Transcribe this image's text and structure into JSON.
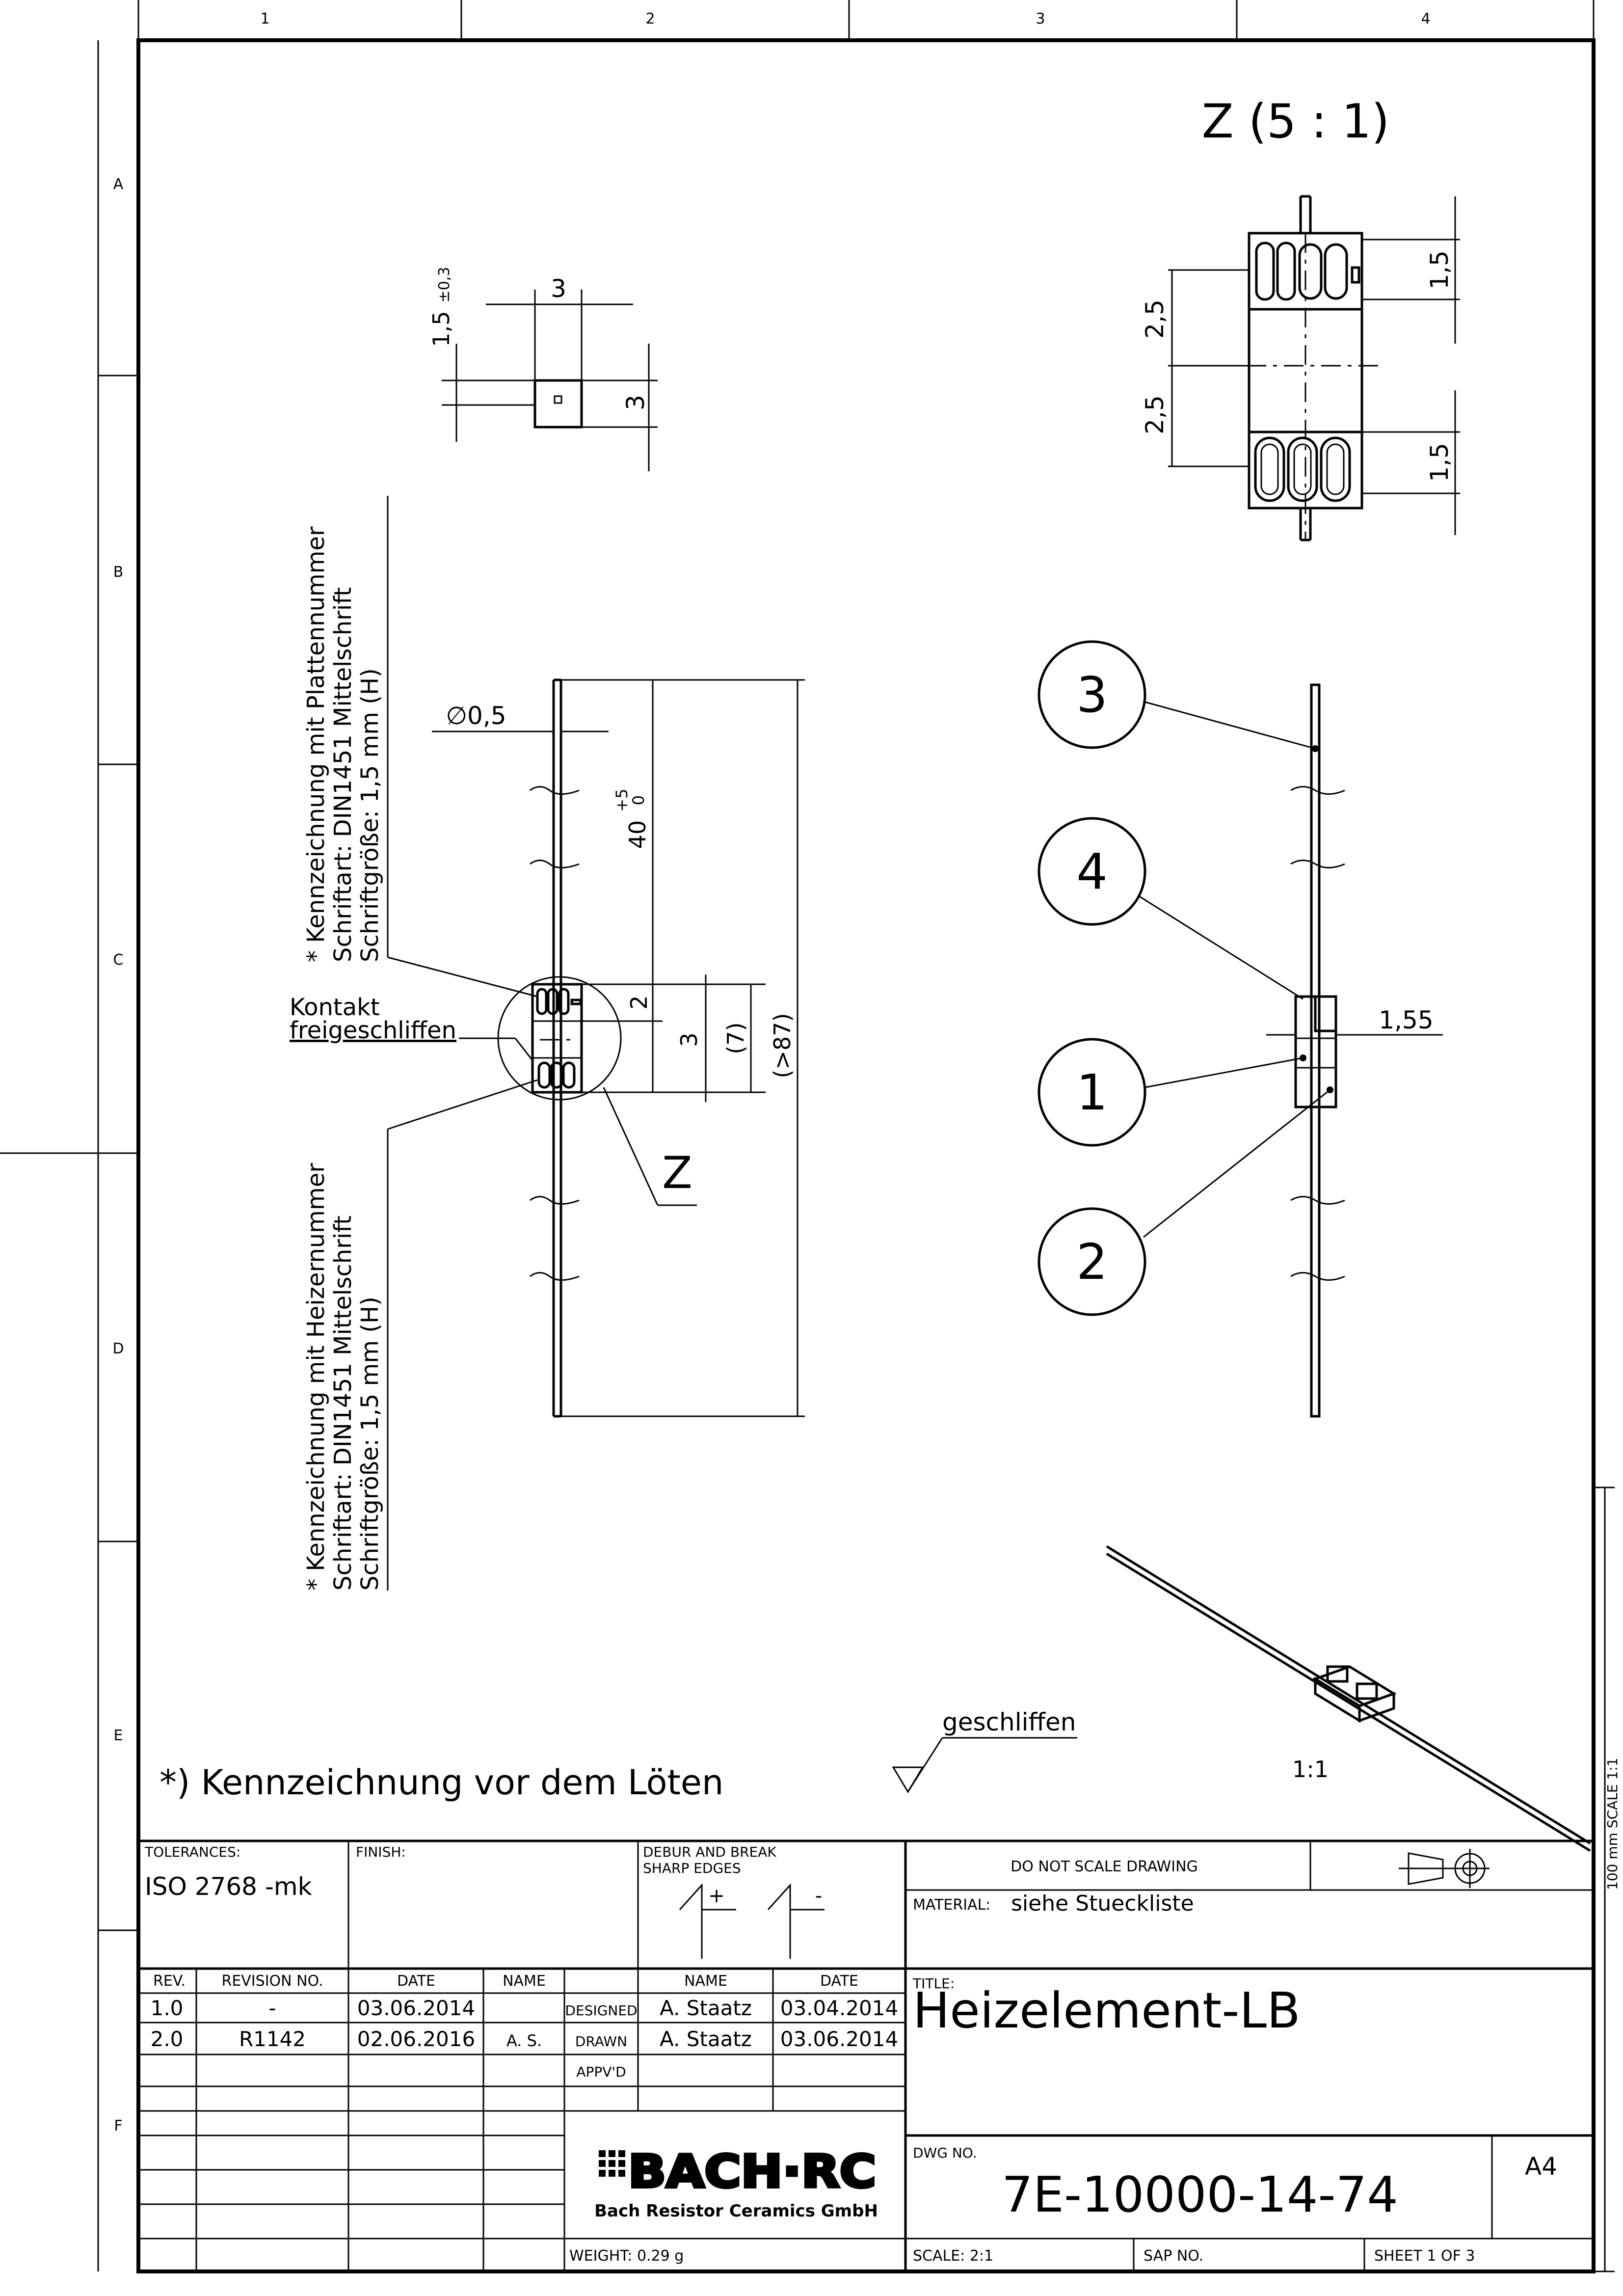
{
  "frame": {
    "columns": [
      "1",
      "2",
      "3",
      "4"
    ],
    "rows": [
      "A",
      "B",
      "C",
      "D",
      "E",
      "F"
    ]
  },
  "detail_view": {
    "title": "Z (5 : 1)",
    "dims": {
      "pitch_top": "2,5",
      "pitch_bottom": "2,5",
      "height_top": "1,5",
      "height_bottom": "1,5"
    }
  },
  "top_view": {
    "dim_width": "3",
    "dim_height": "1,5",
    "dim_height_tol": "±0,3",
    "dim_depth": "3"
  },
  "front_view": {
    "note_plate_1": "* Kennzeichnung mit Plattennummer",
    "note_plate_2": "Schriftart: DIN1451 Mittelschrift",
    "note_plate_3": "Schriftgröße: 1,5 mm (H)",
    "note_heater_1": "* Kennzeichnung mit Heizernummer",
    "note_heater_2": "Schriftart: DIN1451 Mittelschrift",
    "note_heater_3": "Schriftgröße: 1,5 mm (H)",
    "contact_1": "Kontakt",
    "contact_2": "freigeschliffen",
    "wire_dia": "∅0,5",
    "lead_len": "40",
    "lead_tol_upper": "+5",
    "lead_tol_lower": "0",
    "dim_2": "2",
    "dim_3": "3",
    "dim_7": "(7)",
    "dim_87": "(>87)",
    "detail_label": "Z"
  },
  "side_view": {
    "balloons": [
      "3",
      "4",
      "1",
      "2"
    ],
    "thickness": "1,55"
  },
  "iso_view": {
    "scale": "1:1"
  },
  "ground_note": "geschliffen",
  "marking_note": "*) Kennzeichnung vor dem Löten",
  "side_scale": "100 mm SCALE 1:1",
  "title_block": {
    "tolerances_label": "TOLERANCES:",
    "tolerances_value": "ISO 2768 -mk",
    "finish_label": "FINISH:",
    "debur_line1": "DEBUR AND BREAK",
    "debur_line2": "SHARP EDGES",
    "debur_plus": "+",
    "debur_minus": "-",
    "do_not_scale": "DO NOT SCALE DRAWING",
    "material_label": "MATERIAL:",
    "material_value": "siehe Stueckliste",
    "rev_headers": [
      "REV.",
      "REVISION NO.",
      "DATE",
      "NAME"
    ],
    "revisions": [
      {
        "rev": "1.0",
        "no": "-",
        "date": "03.06.2014",
        "name": ""
      },
      {
        "rev": "2.0",
        "no": "R1142",
        "date": "02.06.2016",
        "name": "A. S."
      }
    ],
    "approval_headers": [
      "NAME",
      "DATE"
    ],
    "approvals": [
      {
        "role": "DESIGNED",
        "name": "A. Staatz",
        "date": "03.04.2014"
      },
      {
        "role": "DRAWN",
        "name": "A. Staatz",
        "date": "03.06.2014"
      },
      {
        "role": "APPV'D",
        "name": "",
        "date": ""
      }
    ],
    "title_label": "TITLE:",
    "title_value": "Heizelement-LB",
    "logo_main": "BACH·RC",
    "logo_sub": "Bach Resistor Ceramics GmbH",
    "dwg_label": "DWG NO.",
    "dwg_value": "7E-10000-14-74",
    "size": "A4",
    "weight": "WEIGHT: 0.29 g",
    "scale": "SCALE: 2:1",
    "sap": "SAP NO.",
    "sheet": "SHEET 1 OF 3"
  }
}
